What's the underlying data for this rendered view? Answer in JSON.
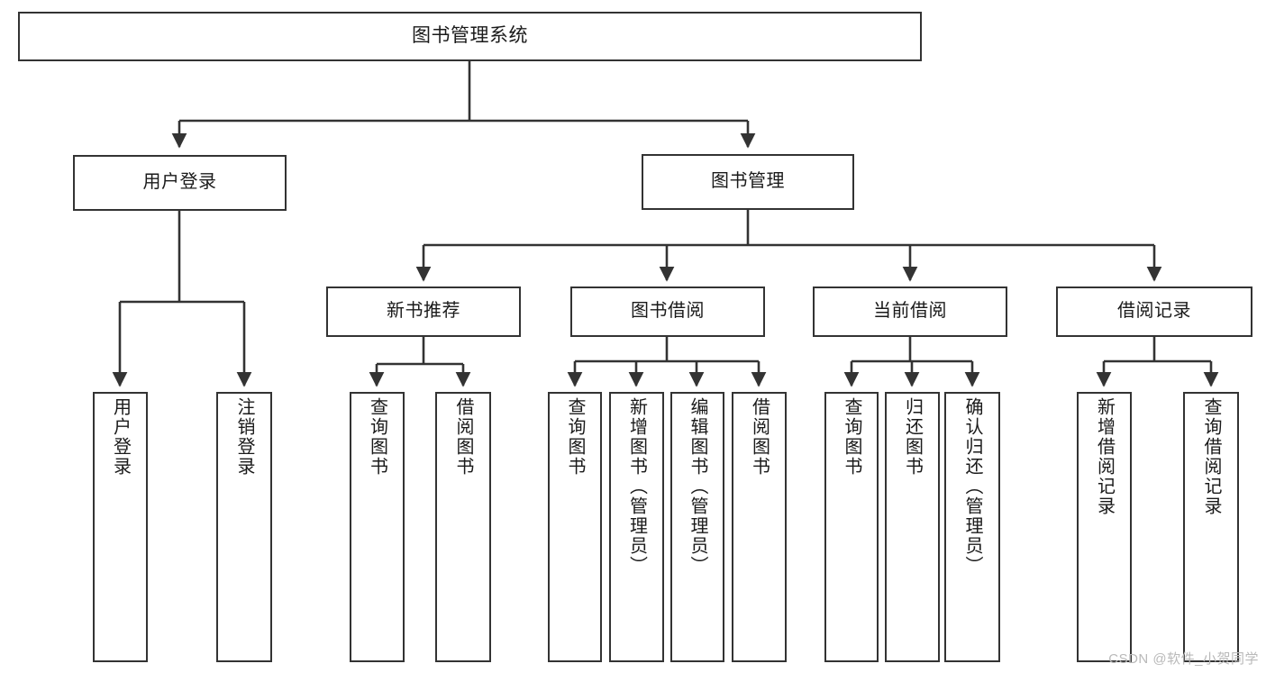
{
  "diagram": {
    "title": "图书管理系统",
    "type": "tree-hierarchy",
    "colors": {
      "background": "#ffffff",
      "box_border": "#333333",
      "edge": "#333333",
      "text": "#1a1a1a",
      "watermark": "#b9b9b9"
    },
    "root": {
      "label": "图书管理系统"
    },
    "branches": [
      {
        "label": "用户登录"
      },
      {
        "label": "图书管理"
      }
    ],
    "sub_branches": [
      {
        "label": "新书推荐"
      },
      {
        "label": "图书借阅"
      },
      {
        "label": "当前借阅"
      },
      {
        "label": "借阅记录"
      }
    ],
    "leaves": {
      "user_login": [
        {
          "label": "用户登录"
        },
        {
          "label": "注销登录"
        }
      ],
      "new_book": [
        {
          "label": "查询图书"
        },
        {
          "label": "借阅图书"
        }
      ],
      "book_borrow": [
        {
          "label": "查询图书"
        },
        {
          "label": "新增图书（管理员）"
        },
        {
          "label": "编辑图书（管理员）"
        },
        {
          "label": "借阅图书"
        }
      ],
      "current_borrow": [
        {
          "label": "查询图书"
        },
        {
          "label": "归还图书"
        },
        {
          "label": "确认归还（管理员）"
        }
      ],
      "borrow_record": [
        {
          "label": "新增借阅记录"
        },
        {
          "label": "查询借阅记录"
        }
      ]
    },
    "watermark": "CSDN @软件_小贺同学"
  }
}
